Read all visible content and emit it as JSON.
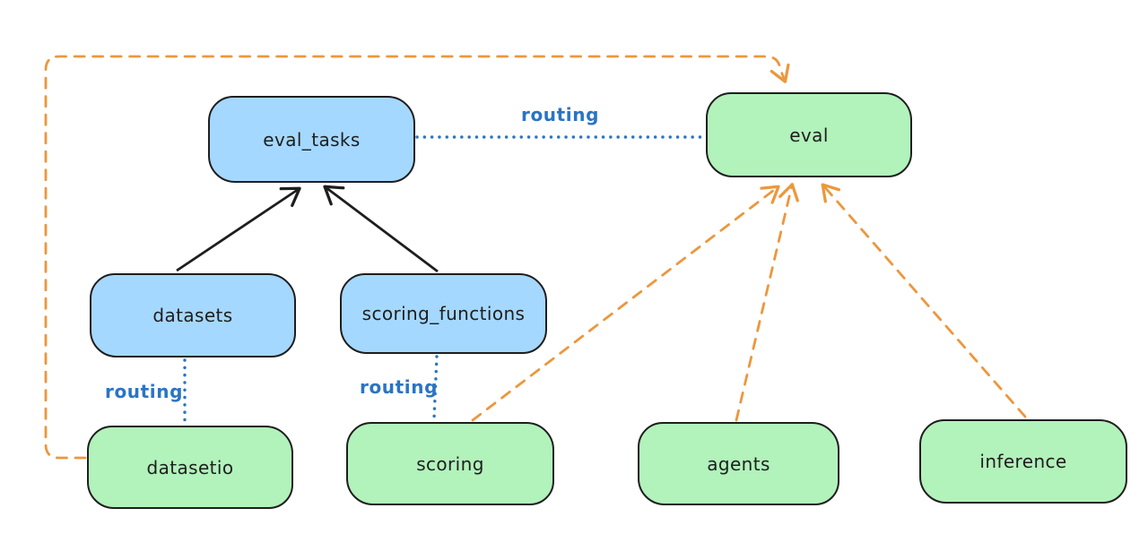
{
  "diagram": {
    "background": "#ffffff",
    "colors": {
      "blue_node_fill": "#a5d8ff",
      "green_node_fill": "#b2f2bb",
      "node_stroke": "#1e1e1e",
      "routing_blue": "#2b74c4",
      "arrow_orange": "#ec973d",
      "arrow_black": "#1e1e1e"
    },
    "nodes": [
      {
        "id": "eval_tasks",
        "label": "eval_tasks",
        "kind": "blue"
      },
      {
        "id": "eval",
        "label": "eval",
        "kind": "green"
      },
      {
        "id": "datasets",
        "label": "datasets",
        "kind": "blue"
      },
      {
        "id": "scoring_functions",
        "label": "scoring_functions",
        "kind": "blue"
      },
      {
        "id": "datasetio",
        "label": "datasetio",
        "kind": "green"
      },
      {
        "id": "scoring",
        "label": "scoring",
        "kind": "green"
      },
      {
        "id": "agents",
        "label": "agents",
        "kind": "green"
      },
      {
        "id": "inference",
        "label": "inference",
        "kind": "green"
      }
    ],
    "edges": [
      {
        "from": "eval_tasks",
        "to": "eval",
        "style": "dotted-blue",
        "label": "routing"
      },
      {
        "from": "datasets",
        "to": "eval_tasks",
        "style": "solid-black-arrow"
      },
      {
        "from": "scoring_functions",
        "to": "eval_tasks",
        "style": "solid-black-arrow"
      },
      {
        "from": "datasets",
        "to": "datasetio",
        "style": "dotted-blue",
        "label": "routing"
      },
      {
        "from": "scoring_functions",
        "to": "scoring",
        "style": "dotted-blue",
        "label": "routing"
      },
      {
        "from": "datasetio",
        "to": "eval",
        "style": "dashed-orange-arrow"
      },
      {
        "from": "scoring",
        "to": "eval",
        "style": "dashed-orange-arrow"
      },
      {
        "from": "agents",
        "to": "eval",
        "style": "dashed-orange-arrow"
      },
      {
        "from": "inference",
        "to": "eval",
        "style": "dashed-orange-arrow"
      }
    ]
  }
}
